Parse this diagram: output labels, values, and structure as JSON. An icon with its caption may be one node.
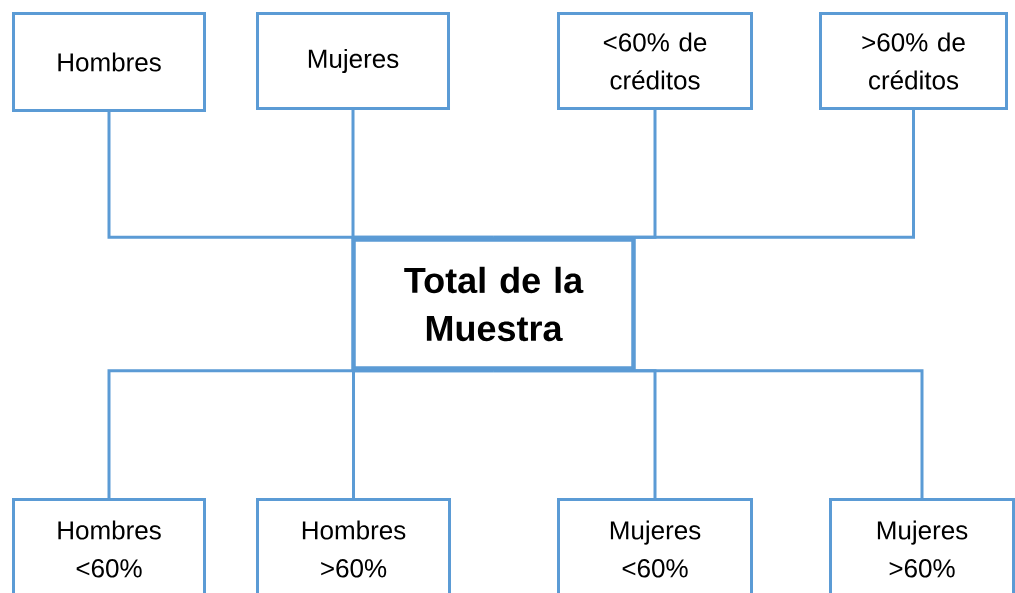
{
  "diagram": {
    "nodes": [
      {
        "text": [
          "Hombres"
        ]
      },
      {
        "text": [
          "Mujeres"
        ]
      },
      {
        "text": [
          "<60% de créditos"
        ]
      },
      {
        "text": [
          ">60% de créditos"
        ]
      },
      {
        "text": [
          "Total de la Muestra"
        ]
      },
      {
        "text": [
          "Hombres <60%"
        ]
      },
      {
        "text": [
          "Hombres >60%"
        ]
      },
      {
        "text": [
          "Mujeres <60%"
        ]
      },
      {
        "text": [
          "Mujeres >60%"
        ]
      }
    ],
    "edges": [
      {
        "from": 4,
        "to": 0,
        "arrow": "none"
      },
      {
        "from": 4,
        "to": 1,
        "arrow": "none"
      },
      {
        "from": 4,
        "to": 2,
        "arrow": "none"
      },
      {
        "from": 4,
        "to": 3,
        "arrow": "none"
      },
      {
        "from": 4,
        "to": 5,
        "arrow": "none"
      },
      {
        "from": 4,
        "to": 6,
        "arrow": "none"
      },
      {
        "from": 4,
        "to": 7,
        "arrow": "none"
      },
      {
        "from": 4,
        "to": 8,
        "arrow": "none"
      }
    ]
  }
}
